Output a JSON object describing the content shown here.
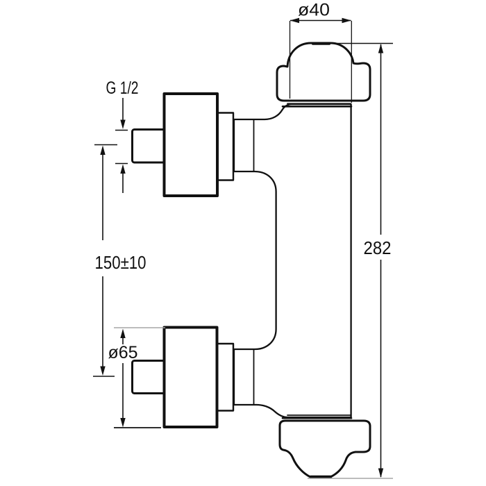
{
  "drawing": {
    "kind": "technical-dimension-drawing",
    "labels": {
      "top_diameter": "ø40",
      "total_height": "282",
      "inlet_thread": "G 1/2",
      "inlet_spacing": "150±10",
      "escutcheon_diameter": "ø65"
    },
    "colors": {
      "line": "#111111",
      "extension_gray": "#a5a5a5",
      "background": "#ffffff"
    }
  }
}
